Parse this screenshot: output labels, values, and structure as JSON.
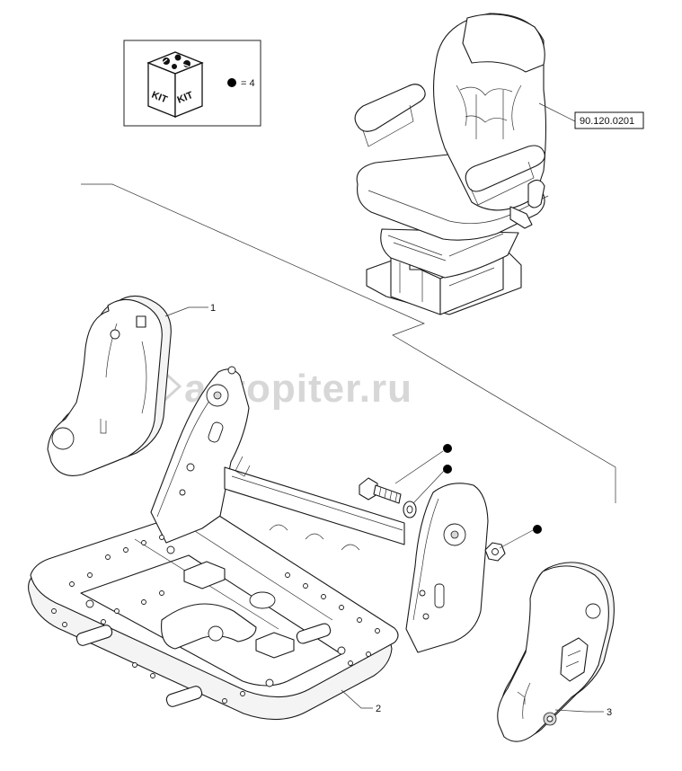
{
  "kit": {
    "box_label_left": "KIT",
    "box_label_right": "KIT",
    "quantity_text": "= 4"
  },
  "reference": {
    "code": "90.120.0201"
  },
  "parts": [
    {
      "number": "1"
    },
    {
      "number": "2"
    },
    {
      "number": "3"
    }
  ],
  "watermark": {
    "text": "autopiter.ru"
  }
}
